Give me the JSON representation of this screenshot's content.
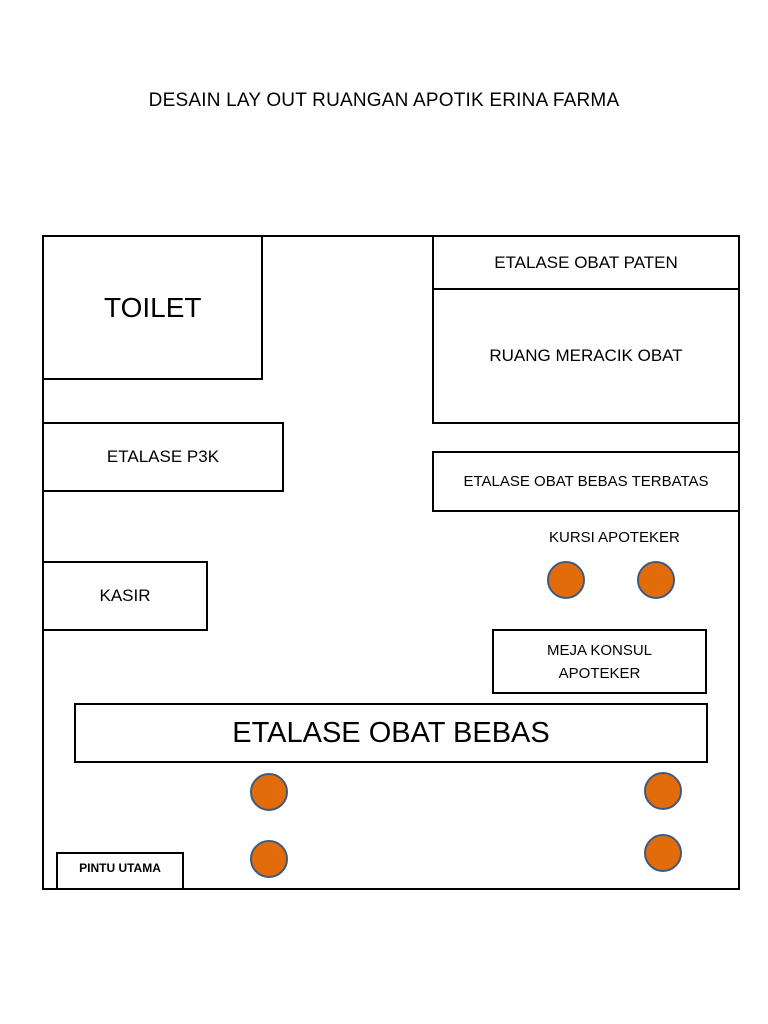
{
  "title": "DESAIN LAY OUT RUANGAN APOTIK ERINA FARMA",
  "areas": {
    "toilet": "TOILET",
    "etalase_obat_paten": "ETALASE OBAT PATEN",
    "ruang_meracik_obat": "RUANG MERACIK OBAT",
    "etalase_p3k": "ETALASE P3K",
    "etalase_obat_bebas_terbatas": "ETALASE OBAT BEBAS TERBATAS",
    "kursi_apoteker": "KURSI APOTEKER",
    "kasir": "KASIR",
    "meja_konsul_line1": "MEJA KONSUL",
    "meja_konsul_line2": "APOTEKER",
    "etalase_obat_bebas": "ETALASE OBAT BEBAS",
    "pintu_utama": "PINTU UTAMA"
  },
  "colors": {
    "chair_fill": "#e36c0a",
    "chair_outline": "#3d5a80",
    "walls": "#000000"
  },
  "chair_count": 6
}
